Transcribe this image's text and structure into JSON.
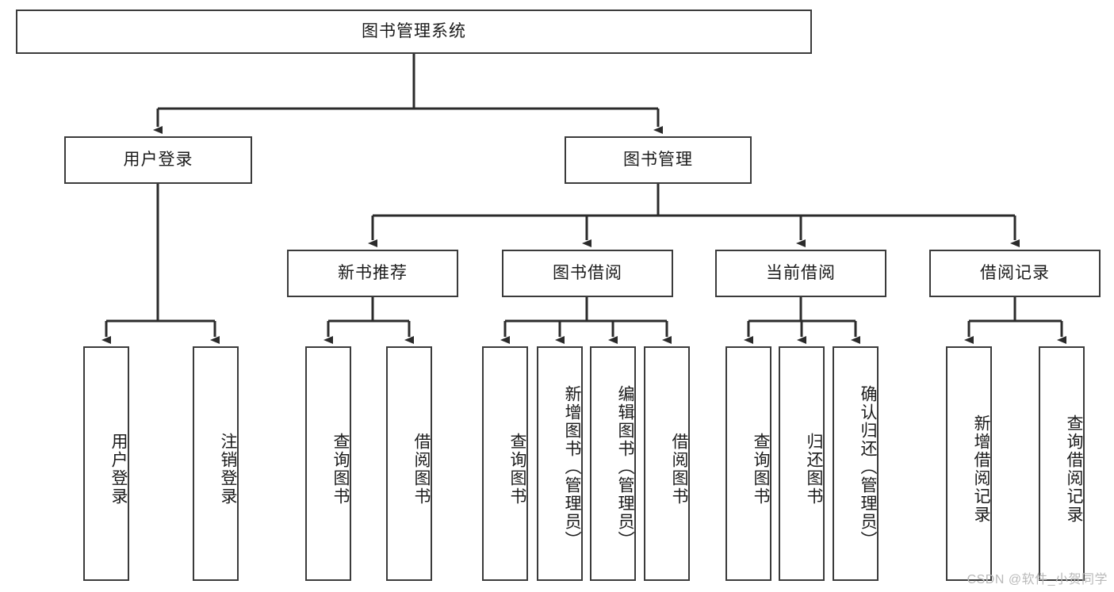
{
  "diagram": {
    "title_node": {
      "label": "图书管理系统"
    },
    "level2": [
      {
        "id": "user-login",
        "label": "用户登录"
      },
      {
        "id": "book-manage",
        "label": "图书管理"
      }
    ],
    "level3": [
      {
        "id": "new-book-recommend",
        "label": "新书推荐"
      },
      {
        "id": "book-borrow",
        "label": "图书借阅"
      },
      {
        "id": "current-borrow",
        "label": "当前借阅"
      },
      {
        "id": "borrow-record",
        "label": "借阅记录"
      }
    ],
    "leaves": {
      "user_login": [
        {
          "id": "leaf-user-login",
          "label": "用户登录"
        },
        {
          "id": "leaf-logout-login",
          "label": "注销登录"
        }
      ],
      "new_book_recommend": [
        {
          "id": "leaf-query-book-1",
          "label": "查询图书"
        },
        {
          "id": "leaf-borrow-book-1",
          "label": "借阅图书"
        }
      ],
      "book_borrow": [
        {
          "id": "leaf-query-book-2",
          "label": "查询图书"
        },
        {
          "id": "leaf-add-book",
          "label": "新增图书（管理员）"
        },
        {
          "id": "leaf-edit-book",
          "label": "编辑图书（管理员）"
        },
        {
          "id": "leaf-borrow-book-2",
          "label": "借阅图书"
        }
      ],
      "current_borrow": [
        {
          "id": "leaf-query-book-3",
          "label": "查询图书"
        },
        {
          "id": "leaf-return-book",
          "label": "归还图书"
        },
        {
          "id": "leaf-confirm-return",
          "label": "确认归还（管理员）"
        }
      ],
      "borrow_record": [
        {
          "id": "leaf-add-borrow-record",
          "label": "新增借阅记录"
        },
        {
          "id": "leaf-query-borrow-record",
          "label": "查询借阅记录"
        }
      ]
    },
    "colors": {
      "box_border": "#3b3b3b",
      "box_fill": "#ffffff",
      "connector": "#2b2b2b",
      "text": "#1b1b1b",
      "watermark": "#b9b9b9"
    }
  },
  "watermark": {
    "text": "CSDN @软件_小贺同学"
  }
}
